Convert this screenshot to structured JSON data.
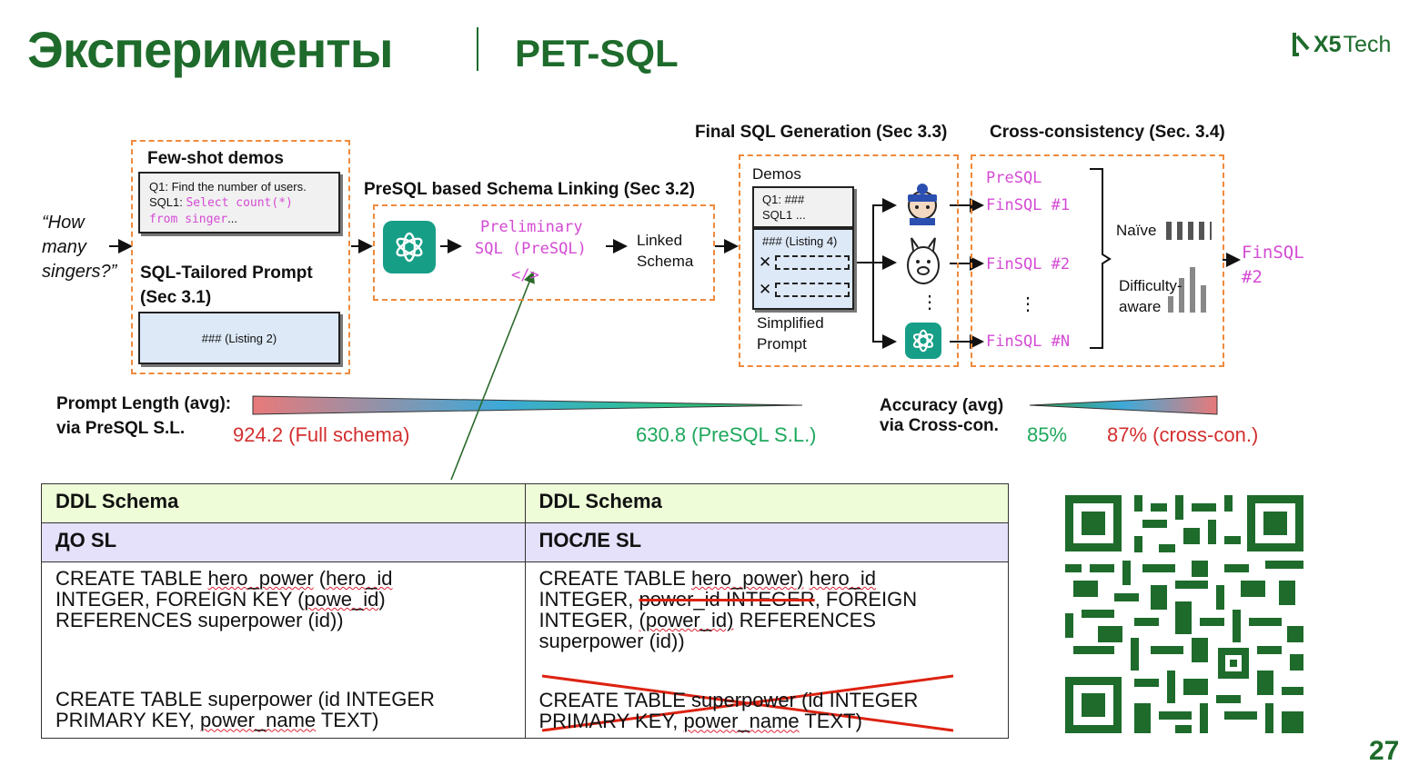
{
  "header": {
    "title": "Эксперименты",
    "subtitle": "PET-SQL",
    "logo_mark": "X5",
    "logo_text": "Tech",
    "page_number": "27"
  },
  "diagram": {
    "question": [
      "“How",
      "many",
      "singers?”"
    ],
    "fewshot": {
      "title": "Few-shot demos",
      "q1": "Q1: Find the number of users.",
      "sql1_prefix": "SQL1: ",
      "sql1_code_a": "Select count(*)",
      "sql1_code_b": "from singer",
      "sql1_ellipsis": "...",
      "tailored_title_a": "SQL-Tailored Prompt",
      "tailored_title_b": "(Sec 3.1)",
      "listing": "### (Listing 2)"
    },
    "linking": {
      "title": "PreSQL based Schema Linking (Sec 3.2)",
      "pre_a": "Preliminary",
      "pre_b": "SQL (PreSQL)",
      "code_icon": "</>",
      "linked_a": "Linked",
      "linked_b": "Schema"
    },
    "final": {
      "title": "Final SQL Generation (Sec 3.3)",
      "demos": "Demos",
      "demo_q": "Q1: ###",
      "demo_sql": "SQL1  ...",
      "listing": "### (Listing 4)",
      "x_mark": "✕",
      "simplified_a": "Simplified",
      "simplified_b": "Prompt",
      "dots": "⋮"
    },
    "cross": {
      "title": "Cross-consistency (Sec. 3.4)",
      "presql": "PreSQL",
      "fin1": "FinSQL #1",
      "fin2": "FinSQL #2",
      "finn": "FinSQL #N",
      "dots": "⋮",
      "naive": "Naïve",
      "difficulty": "Difficulty-",
      "aware": "aware",
      "out_a": "FinSQL",
      "out_b": "#2"
    },
    "prompt_length": {
      "label_a": "Prompt Length (avg):",
      "label_b": "via PreSQL S.L.",
      "full": "924.2 (Full schema)",
      "presql": "630.8 (PreSQL S.L.)"
    },
    "accuracy": {
      "label_a": "Accuracy (avg)",
      "label_b": "via Cross-con.",
      "base": "85%",
      "cross": "87% (cross-con.)"
    }
  },
  "table": {
    "header_left": "DDL Schema",
    "header_right": "DDL Schema",
    "sub_left": "ДО SL",
    "sub_right": "ПОСЛЕ SL",
    "left1": {
      "a": "CREATE TABLE ",
      "b": "hero_power",
      "c": " (",
      "d": "hero_id",
      "e": "INTEGER, FOREIGN ",
      "f": "KEY (",
      "g": "powe_id",
      "h": ")",
      "i": "REFERENCES superpower (id))"
    },
    "left2": {
      "a": "CREATE TABLE superpower (id INTEGER",
      "b": "PRIMARY KEY, ",
      "c": "power_name",
      "d": " TEXT)"
    },
    "right1": {
      "a": "CREATE TABLE ",
      "b": "hero_power)",
      "c": " ",
      "d": "hero_id",
      "e": "INTEGER, ",
      "f": "power_id INTEGER",
      "g": ", FOREIGN",
      "h": "INTEGER, ",
      "i": "(power_id)",
      "j": " REFERENCES",
      "k": "superpower (id))"
    },
    "right2": {
      "a": "CREATE TABLE superpower (id INTEGER",
      "b": "PRIMARY KEY, ",
      "c": "power_name",
      "d": " TEXT)"
    }
  },
  "colors": {
    "brand_green": "#1e6b2c",
    "dash_orange": "#ef8a3c",
    "code_magenta": "#d44bd4",
    "gpt_teal": "#169e87",
    "red_value": "#d32f2f",
    "green_value": "#1ea85c",
    "table_header": "#eefcd8",
    "table_subheader": "#e6e1fb"
  }
}
